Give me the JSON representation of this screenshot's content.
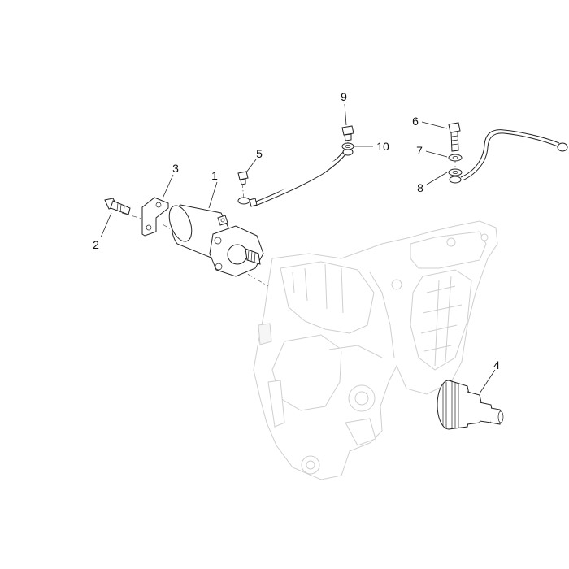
{
  "callouts": [
    {
      "id": "1",
      "label": "1"
    },
    {
      "id": "2",
      "label": "2"
    },
    {
      "id": "3",
      "label": "3"
    },
    {
      "id": "4",
      "label": "4"
    },
    {
      "id": "5",
      "label": "5"
    },
    {
      "id": "6",
      "label": "6"
    },
    {
      "id": "7",
      "label": "7"
    },
    {
      "id": "8",
      "label": "8"
    },
    {
      "id": "9",
      "label": "9"
    },
    {
      "id": "10",
      "label": "10"
    }
  ],
  "colors": {
    "line": "#222222",
    "ghost": "#cfcfcf",
    "background": "#ffffff"
  }
}
